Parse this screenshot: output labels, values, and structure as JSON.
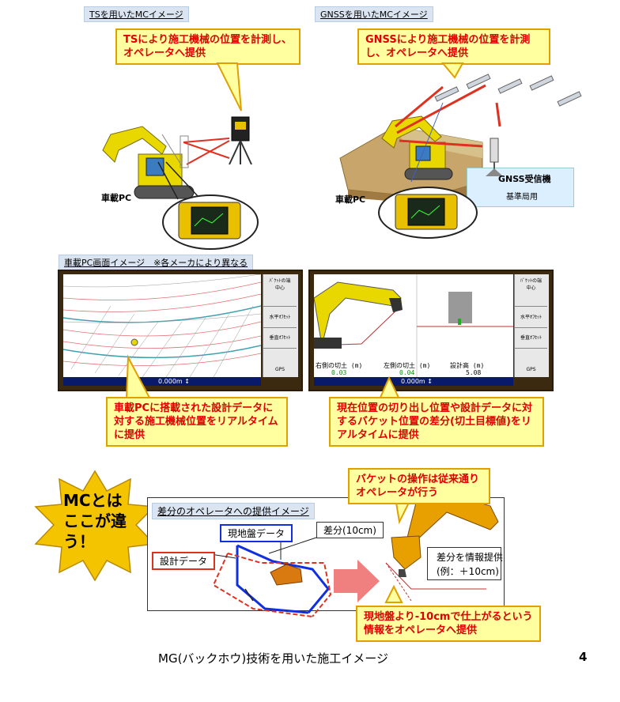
{
  "ts_section": {
    "label": "TSを用いたMCイメージ",
    "callout": "TSにより施工機械の位置を計測し、オペレータへ提供",
    "pc_label": "車載PC"
  },
  "gnss_section": {
    "label": "GNSSを用いたMCイメージ",
    "callout": "GNSSにより施工機械の位置を計測し、オペレータへ提供",
    "pc_label": "車載PC",
    "receiver_label": "GNSS受信機",
    "base_label": "基準局用"
  },
  "pc_screen_section": {
    "label": "車載PC画面イメージ　※各メーカにより異なる",
    "left_screen": {
      "buttons": [
        "ﾊﾞｹｯﾄの端\n中心",
        "水平ｵﾌｾｯﾄ",
        "垂直ｵﾌｾｯﾄ",
        "GPS"
      ],
      "status": "0.000m ↕"
    },
    "right_screen": {
      "buttons": [
        "ﾊﾞｹｯﾄの端\n中心",
        "水平ｵﾌｾｯﾄ",
        "垂直ｵﾌｾｯﾄ",
        "GPS"
      ],
      "readouts": [
        {
          "label": "右側の切土 (m)",
          "value": "0.03"
        },
        {
          "label": "左側の切土 (m)",
          "value": "0.04"
        },
        {
          "label": "設計高 (m)",
          "value": "5.08"
        }
      ],
      "status": "0.000m ↕"
    },
    "left_callout": "車載PCに搭載された設計データに対する施工機械位置をリアルタイムに提供",
    "right_callout": "現在位置の切り出し位置や設計データに対するバケット位置の差分(切土目標値)をリアルタイムに提供"
  },
  "mc_badge": "MCとはここが違う！",
  "diff_section": {
    "label": "差分のオペレータへの提供イメージ",
    "ground_label": "現地盤データ",
    "design_label": "設計データ",
    "diff_label": "差分(10cm)",
    "bucket_callout": "バケットの操作は従来通りオペレータが行う",
    "info_label": "差分を情報提供",
    "info_example": "(例：＋10cm)",
    "bottom_callout": "現地盤より-10cmで仕上がるという情報をオペレータへ提供"
  },
  "footer": {
    "caption": "MG(バックホウ)技術を用いた施工イメージ",
    "page_number": "4"
  },
  "colors": {
    "callout_bg": "#ffffa0",
    "callout_border": "#e0a000",
    "callout_text": "#e00000",
    "label_bg": "#dbe5f1",
    "excavator": "#e8d800",
    "badge": "#f5c400"
  }
}
